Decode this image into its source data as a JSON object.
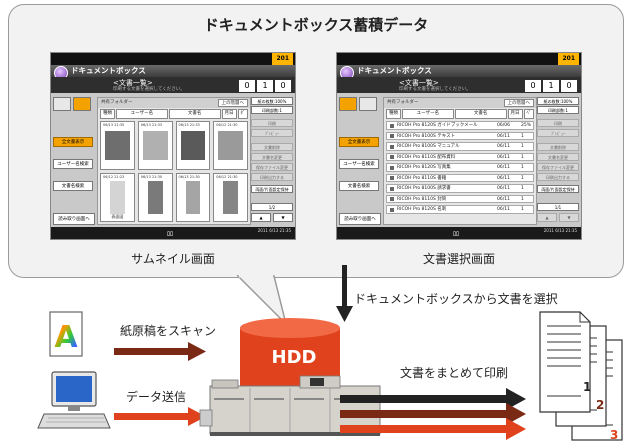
{
  "title": "ドキュメントボックス蓄積データ",
  "screens": {
    "thumbnail": {
      "caption": "サムネイル画面",
      "app_name": "ドキュメントボックス",
      "list_title": "<文書一覧>",
      "note": "印刷する文書を選択してください。",
      "counter": [
        "0",
        "1",
        "0"
      ],
      "top_number": "201",
      "path": "共有フォルダー",
      "up_button": "上の階層へ",
      "sort": [
        "種類",
        "ユーザー名",
        "文書名",
        "月日",
        "ﾀﾞ"
      ],
      "left_buttons": [
        "全文書表示",
        "ユーザー名検索",
        "文書名検索"
      ],
      "bottom_button": "読み取り画面へ",
      "thumb_dates": [
        "06/13 21:35",
        "06/13 21:33",
        "06/13 21:33",
        "06/12 21:30",
        "06/12 21:23",
        "06/13 21:30",
        "06/13 21:30",
        "06/12 21:30"
      ],
      "thumb_caption": "表面図",
      "right_buttons": [
        "紙の枚数:100%",
        "印刷部数:1",
        "印刷",
        "ﾌﾟﾚﾋﾞｭｰ",
        "文書削除",
        "文書名変更",
        "保存ファイル変更",
        "印刷出力する",
        "両面/片面設定保持"
      ],
      "page_indicator": "1/2",
      "status": "ﾛﾛ",
      "clock": "2011 6/13 21:35"
    },
    "document": {
      "caption": "文書選択画面",
      "app_name": "ドキュメントボックス",
      "list_title": "<文書一覧>",
      "note": "印刷する文書を選択してください。",
      "counter": [
        "0",
        "1",
        "0"
      ],
      "top_number": "201",
      "path": "共有フォルダー",
      "up_button": "上の階層へ",
      "sort": [
        "種類",
        "ユーザー名",
        "文書名",
        "月日",
        "ﾍﾟ"
      ],
      "left_buttons": [
        "全文書表示",
        "ユーザー名検索",
        "文書名検索"
      ],
      "bottom_button": "読み取り画面へ",
      "rows": [
        {
          "name": "RICOH Pro 8120S ガイドブックメール",
          "date": "06/06",
          "pages": "25%"
        },
        {
          "name": "RICOH Pro 8100S テキスト",
          "date": "06/11",
          "pages": "1"
        },
        {
          "name": "RICOH Pro 8100S マニュアル",
          "date": "06/11",
          "pages": "1"
        },
        {
          "name": "RICOH Pro 8110S 配布資料",
          "date": "06/11",
          "pages": "1"
        },
        {
          "name": "RICOH Pro 8120S 写真集",
          "date": "06/11",
          "pages": "1"
        },
        {
          "name": "RICOH Pro 8110S 書籍",
          "date": "06/11",
          "pages": "1"
        },
        {
          "name": "RICOH Pro 8100S 請求書",
          "date": "06/11",
          "pages": "1"
        },
        {
          "name": "RICOH Pro 8110S 封筒",
          "date": "06/11",
          "pages": "1"
        },
        {
          "name": "RICOH Pro 8120S 名刺",
          "date": "06/11",
          "pages": "1"
        }
      ],
      "right_buttons": [
        "紙の枚数:100%",
        "印刷部数:1",
        "印刷",
        "ﾌﾟﾚﾋﾞｭｰ",
        "文書削除",
        "文書名変更",
        "保存ファイル変更",
        "印刷出力する",
        "両面/片面設定保持"
      ],
      "page_indicator": "1/1",
      "status": "ﾛﾛ",
      "clock": "2011 6/13 21:35"
    }
  },
  "flow": {
    "select_label": "ドキュメントボックスから文書を選択",
    "scan_label": "紙原稿をスキャン",
    "send_label": "データ送信",
    "print_label": "文書をまとめて印刷",
    "hdd_label": "HDD",
    "page_numbers": [
      "1",
      "2",
      "3"
    ]
  },
  "colors": {
    "hdd_red": "#e0421d",
    "arrow_dark": "#222222",
    "arrow_brown": "#7a2a14",
    "arrow_orange": "#e0421d",
    "screen_accent": "#f3a200"
  }
}
